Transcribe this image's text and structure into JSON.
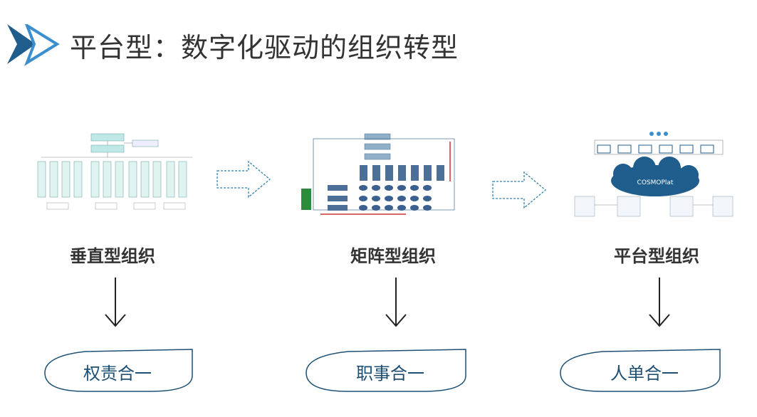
{
  "slide": {
    "title": "平台型：数字化驱动的组织转型"
  },
  "stages": [
    {
      "label": "垂直型组织",
      "result": "权责合一"
    },
    {
      "label": "矩阵型组织",
      "result": "职事合一"
    },
    {
      "label": "平台型组织",
      "result": "人单合一"
    }
  ],
  "platform_thumb": {
    "cloud_text": "COSMOPlat"
  },
  "colors": {
    "accent_dark": "#1f5d8c",
    "accent_light": "#3b8fd0",
    "text": "#333333",
    "oval_text": "#1d4f73",
    "org_box": "#dff3f1",
    "org_header": "#bfe9e6"
  }
}
